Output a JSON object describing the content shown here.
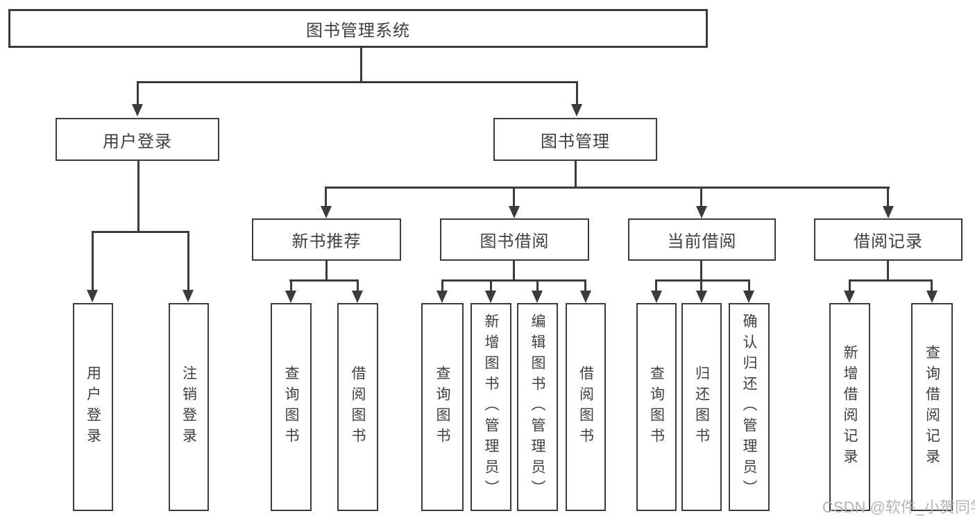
{
  "diagram": {
    "root": {
      "label": "图书管理系统"
    },
    "level2": [
      {
        "label": "用户登录"
      },
      {
        "label": "图书管理"
      }
    ],
    "level3": [
      {
        "label": "新书推荐"
      },
      {
        "label": "图书借阅"
      },
      {
        "label": "当前借阅"
      },
      {
        "label": "借阅记录"
      }
    ],
    "leaves": [
      {
        "label": "用户登录"
      },
      {
        "label": "注销登录"
      },
      {
        "label": "查询图书"
      },
      {
        "label": "借阅图书"
      },
      {
        "label": "查询图书"
      },
      {
        "label": "新增图书（管理员）"
      },
      {
        "label": "编辑图书（管理员）"
      },
      {
        "label": "借阅图书"
      },
      {
        "label": "查询图书"
      },
      {
        "label": "归还图书"
      },
      {
        "label": "确认归还（管理员）"
      },
      {
        "label": "新增借阅记录"
      },
      {
        "label": "查询借阅记录"
      }
    ]
  },
  "watermark": {
    "text": "CSDN @软件_小贺同学"
  },
  "colors": {
    "line": "#3b3b3b",
    "text": "#3f3f3f",
    "background": "#ffffff",
    "watermark": "#b3b3b3"
  }
}
